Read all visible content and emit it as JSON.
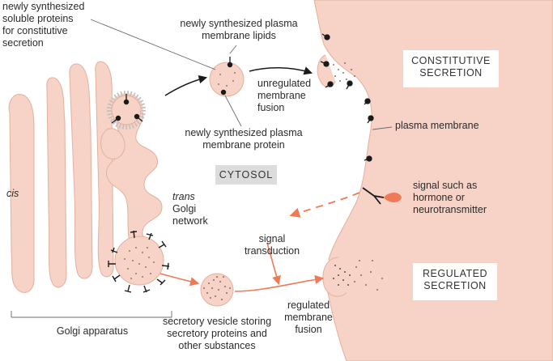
{
  "labels": {
    "soluble_proteins": "newly synthesized\nsoluble proteins\nfor constitutive\nsecretion",
    "plasma_lipids": "newly synthesized plasma\nmembrane lipids",
    "unregulated_fusion": "unregulated\nmembrane\nfusion",
    "plasma_protein": "newly synthesized plasma\nmembrane protein",
    "plasma_membrane": "plasma membrane",
    "cytosol": "CYTOSOL",
    "cis": "cis",
    "trans": "trans",
    "golgi_network": "Golgi\nnetwork",
    "signal": "signal such as\nhormone or\nneurotransmitter",
    "signal_transduction": "signal\ntransduction",
    "secretory_vesicle": "secretory vesicle storing\nsecretory proteins and\nother substances",
    "regulated_fusion": "regulated\nmembrane\nfusion",
    "golgi_apparatus": "Golgi apparatus",
    "constitutive_secretion": "CONSTITUTIVE\nSECRETION",
    "regulated_secretion": "REGULATED\nSECRETION"
  },
  "colors": {
    "compartment_fill": "#f6d3c6",
    "compartment_stroke": "#e2b09d",
    "arrow_dark": "#1a1a1a",
    "arrow_orange": "#ef7a55",
    "coat_gray": "#bdbdbd"
  }
}
